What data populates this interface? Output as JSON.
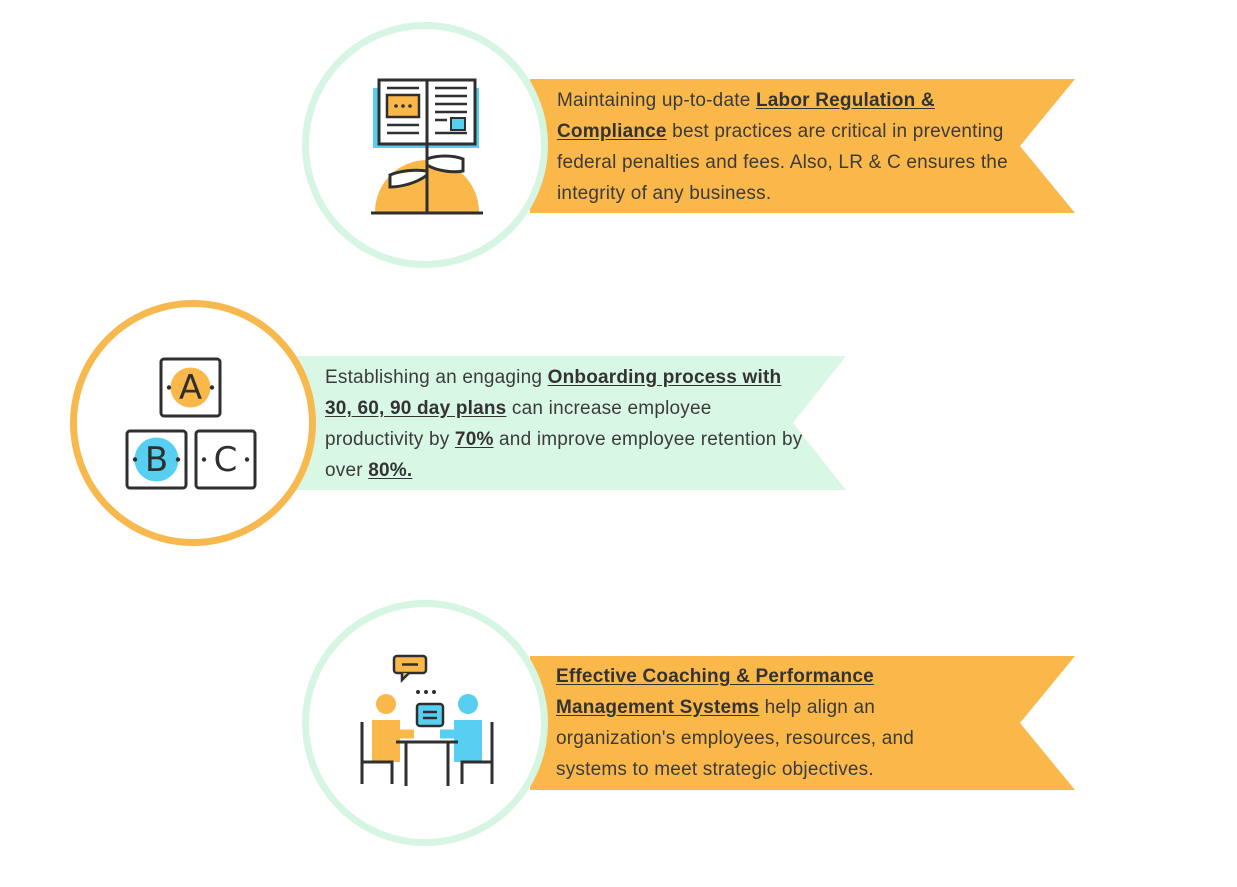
{
  "colors": {
    "orange": "#fbb84a",
    "mint": "#d9f7e5",
    "mint_ring": "#d4f6e2",
    "orange_ring": "#f7b94d",
    "blue": "#57cff0",
    "dark": "#2f2f2f"
  },
  "items": [
    {
      "icon": "open-book-plant-icon",
      "segments": [
        {
          "t": "Maintaining up-to-date ",
          "b": false
        },
        {
          "t": "Labor Regulation & Compliance",
          "b": true
        },
        {
          "t": " best practices are critical in preventing federal penalties and fees. Also, LR & C ensures the integrity of any business.",
          "b": false
        }
      ]
    },
    {
      "icon": "abc-blocks-icon",
      "block_letters": [
        "A",
        "B",
        "C"
      ],
      "segments": [
        {
          "t": "Establishing an engaging ",
          "b": false
        },
        {
          "t": "Onboarding process with 30, 60, 90 day plans",
          "b": true
        },
        {
          "t": " can increase employee productivity by ",
          "b": false
        },
        {
          "t": "70%",
          "b": true
        },
        {
          "t": " and improve employee retention by over ",
          "b": false
        },
        {
          "t": "80%.",
          "b": true
        }
      ]
    },
    {
      "icon": "coaching-meeting-icon",
      "segments": [
        {
          "t": "Effective Coaching & Performance Management Systems",
          "b": true
        },
        {
          "t": " help align an organization's employees, resources, and systems to meet strategic objectives.",
          "b": false
        }
      ]
    }
  ]
}
